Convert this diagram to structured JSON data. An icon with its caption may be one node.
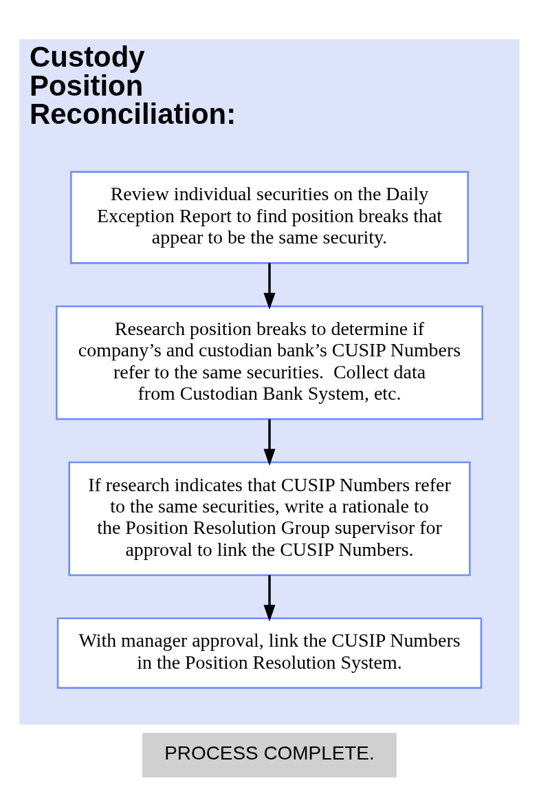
{
  "diagram": {
    "nodes": [
      {
        "text": [
          "Custody Position Reconciliation:"
        ]
      },
      {
        "text": [
          "Review individual securities on the Daily Exception Report to find position breaks that appear to be the same security."
        ],
        "in": 0
      },
      {
        "text": [
          "Research position breaks to determine if company’s and custodian bank’s CUSIP Numbers refer to the same securities.  Collect data from Custodian Bank System, etc."
        ],
        "in": 0
      },
      {
        "text": [
          "If research indicates that CUSIP Numbers refer to the same securities, write a rationale to the Position Resolution Group supervisor for approval to link the CUSIP Numbers."
        ],
        "in": 0
      },
      {
        "text": [
          "With manager approval, link the CUSIP Numbers in the Position Resolution System."
        ],
        "in": 0
      },
      {
        "text": [
          "PROCESS COMPLETE."
        ]
      }
    ],
    "edges": [
      {
        "from": 1,
        "to": 2,
        "arrow": "to"
      },
      {
        "from": 2,
        "to": 3,
        "arrow": "to"
      },
      {
        "from": 3,
        "to": 4,
        "arrow": "to"
      }
    ]
  }
}
